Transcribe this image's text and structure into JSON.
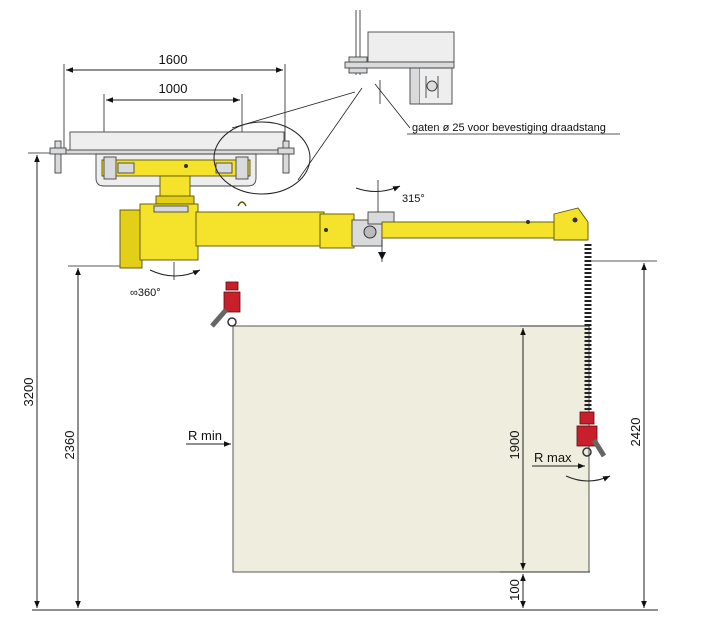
{
  "dimensions": {
    "beam_length_outer": "1600",
    "beam_length_inner": "1000",
    "total_height": "3200",
    "arm_height": "2360",
    "hook_height": "2420",
    "work_height": "1900",
    "floor_clearance": "100"
  },
  "rotation": {
    "primary": "∞360°",
    "secondary": "315°"
  },
  "labels": {
    "r_min": "R min",
    "r_max": "R max",
    "holes_note": "gaten ø 25 voor bevestiging draadstang"
  },
  "colors": {
    "arm_yellow": "#f4e32a",
    "work_area": "#efeede",
    "hook_red": "#c8202a",
    "steel_grey": "#d9dadb"
  }
}
